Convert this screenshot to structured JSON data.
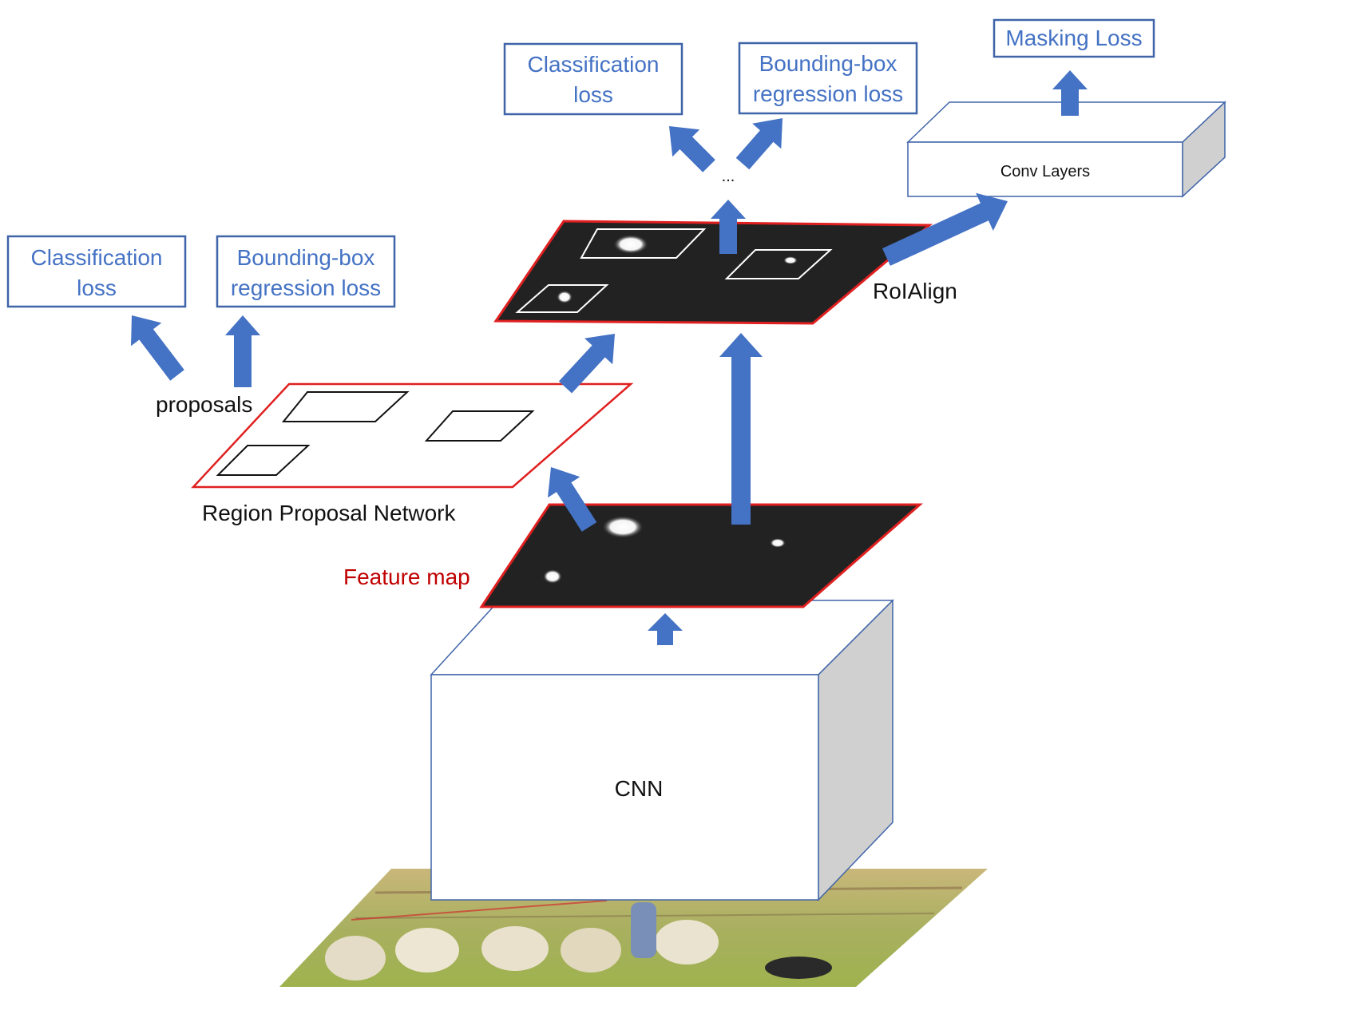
{
  "labels": {
    "cls_loss_left_line1": "Classification",
    "cls_loss_left_line2": "loss",
    "bbox_loss_left_line1": "Bounding-box",
    "bbox_loss_left_line2": "regression loss",
    "cls_loss_top_line1": "Classification",
    "cls_loss_top_line2": "loss",
    "bbox_loss_top_line1": "Bounding-box",
    "bbox_loss_top_line2": "regression loss",
    "masking_loss": "Masking Loss",
    "conv_layers": "Conv Layers",
    "ellipsis": "...",
    "roialign": "RoIAlign",
    "proposals": "proposals",
    "rpn": "Region Proposal Network",
    "feature_map": "Feature map",
    "cnn": "CNN"
  },
  "colors": {
    "arrow": "#4472C4",
    "box_border": "#3F64A8",
    "label_blue": "#4472C4",
    "highlight_red": "#E02020",
    "feature_map_fill": "#222222",
    "cube_side": "#D0D0D0"
  }
}
